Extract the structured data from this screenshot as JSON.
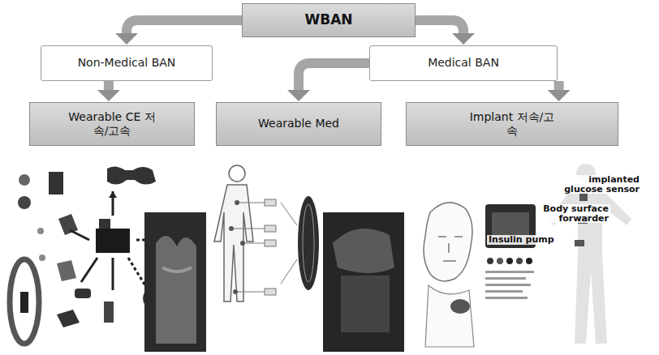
{
  "diagram": {
    "nodes": [
      {
        "text": [
          "WBAN"
        ]
      },
      {
        "text": [
          "Non-Medical BAN"
        ]
      },
      {
        "text": [
          "Medical BAN"
        ]
      },
      {
        "text": [
          "Wearable CE 저속/고속"
        ]
      },
      {
        "text": [
          "Wearable Med"
        ]
      },
      {
        "text": [
          "Implant 저속/고속"
        ]
      }
    ],
    "edges": [
      {
        "from": 0,
        "to": 1,
        "arrow": "to"
      },
      {
        "from": 0,
        "to": 2,
        "arrow": "to"
      },
      {
        "from": 1,
        "to": 3,
        "arrow": "to"
      },
      {
        "from": 2,
        "to": 4,
        "arrow": "to"
      },
      {
        "from": 2,
        "to": 5,
        "arrow": "to"
      }
    ],
    "labels": [
      "implanted glucose sensor",
      "Body surface forwarder",
      "Insulin pump"
    ]
  }
}
